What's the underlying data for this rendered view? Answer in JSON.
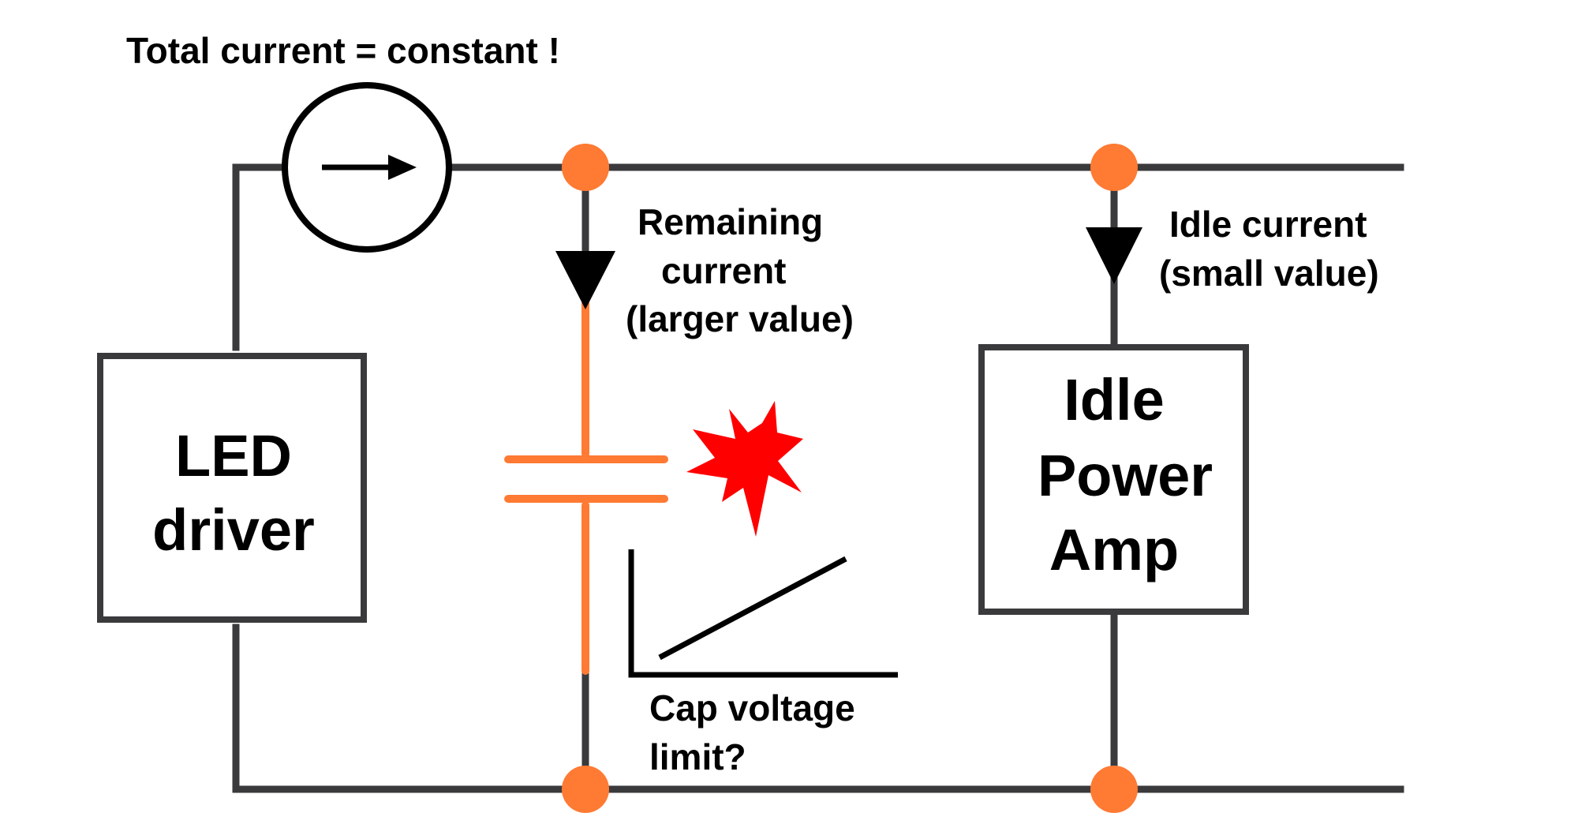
{
  "title": "Total current = constant !",
  "labels": {
    "remaining_current": [
      "Remaining",
      "current",
      "(larger value)"
    ],
    "idle_current": [
      "Idle current",
      "(small value)"
    ],
    "cap_voltage": [
      "Cap voltage",
      "limit?"
    ]
  },
  "blocks": {
    "led_driver": [
      "LED",
      "driver"
    ],
    "idle_power_amp": [
      "Idle",
      "Power",
      "Amp"
    ]
  },
  "colors": {
    "wire": "#3a3a3c",
    "capacitor": "#ff7a33",
    "node": "#ff7a33",
    "spark": "#ff0000",
    "text": "#000000"
  },
  "icons": {
    "current_source": "current-source-icon",
    "spark": "spark-icon"
  }
}
